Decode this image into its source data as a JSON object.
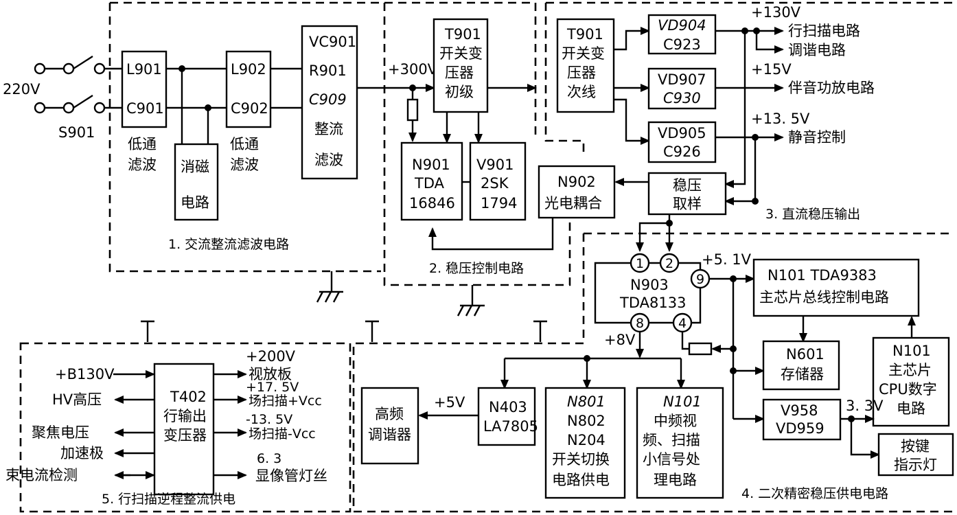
{
  "input": {
    "voltage": "220V",
    "switch": "S901"
  },
  "sec1": {
    "l901": "L901",
    "c901": "C901",
    "lp1a": "低通",
    "lp1b": "滤波",
    "l902": "L902",
    "c902": "C902",
    "lp2a": "低通",
    "lp2b": "滤波",
    "degauss_a": "消磁",
    "degauss_b": "电路",
    "vc901": "VC901",
    "r901": "R901",
    "c909": "C909",
    "rect_a": "整流",
    "rect_b": "滤波",
    "title": "1. 交流整流滤波电路"
  },
  "sec2": {
    "v300": "+300V",
    "t901p_a": "T901",
    "t901p_b": "开关变",
    "t901p_c": "压器",
    "t901p_d": "初级",
    "n901_a": "N901",
    "n901_b": "TDA",
    "n901_c": "16846",
    "v901_a": "V901",
    "v901_b": "2SK",
    "v901_c": "1794",
    "n902_a": "N902",
    "n902_b": "光电耦合",
    "title": "2. 稳压控制电路"
  },
  "sec3": {
    "t901s_a": "T901",
    "t901s_b": "开关变",
    "t901s_c": "压器",
    "t901s_d": "次线",
    "vd904": "VD904",
    "c923": "C923",
    "vd907": "VD907",
    "c930": "C930",
    "vd905": "VD905",
    "c926": "C926",
    "v130": "+130V",
    "v15": "+15V",
    "v135": "+13. 5V",
    "out_line": "行扫描电路",
    "out_tuner": "调谐电路",
    "out_audio": "伴音功放电路",
    "out_mute": "静音控制",
    "sample_a": "稳压",
    "sample_b": "取样",
    "title": "3. 直流稳压输出"
  },
  "sec4": {
    "n903": "N903",
    "tda8133": "TDA8133",
    "pin1": "1",
    "pin2": "2",
    "pin9": "9",
    "pin8": "8",
    "pin4": "4",
    "v51": "+5. 1V",
    "v8": "+8V",
    "v5": "+5V",
    "v33": "3. 3V",
    "n101_a": "N101  TDA9383",
    "n101_b": "主芯片总线控制电路",
    "n601_a": "N601",
    "n601_b": "存储器",
    "cpu_a": "N101",
    "cpu_b": "主芯片",
    "cpu_c": "CPU数字",
    "cpu_d": "电路",
    "v958_a": "V958",
    "v958_b": "VD959",
    "key_a": "按键",
    "key_b": "指示灯",
    "tuner_a": "高频",
    "tuner_b": "调谐器",
    "n403_a": "N403",
    "n403_b": "LA7805",
    "n801_a": "N801",
    "n801_b": "N802",
    "n801_c": "N204",
    "n801_d": "开关切换",
    "n801_e": "电路供电",
    "n101s_a": "N101",
    "n101s_b": "中频视",
    "n101s_c": "频、扫描",
    "n101s_d": "小信号处",
    "n101s_e": "理电路",
    "title": "4. 二次精密稳压供电电路"
  },
  "sec5": {
    "b130": "+B130V",
    "hv": "HV高压",
    "focus": "聚焦电压",
    "accel": "加速极",
    "beam": "束电流检测",
    "t402_a": "T402",
    "t402_b": "行输出",
    "t402_c": "变压器",
    "v200": "+200V",
    "video": "视放板",
    "v175": "+17. 5V",
    "fieldp": "场扫描+Vcc",
    "vm135": "-13. 5V",
    "fieldm": "场扫描-Vcc",
    "v63": "6. 3",
    "heater": "显像管灯丝",
    "title": "5. 行扫描逆程整流供电"
  }
}
